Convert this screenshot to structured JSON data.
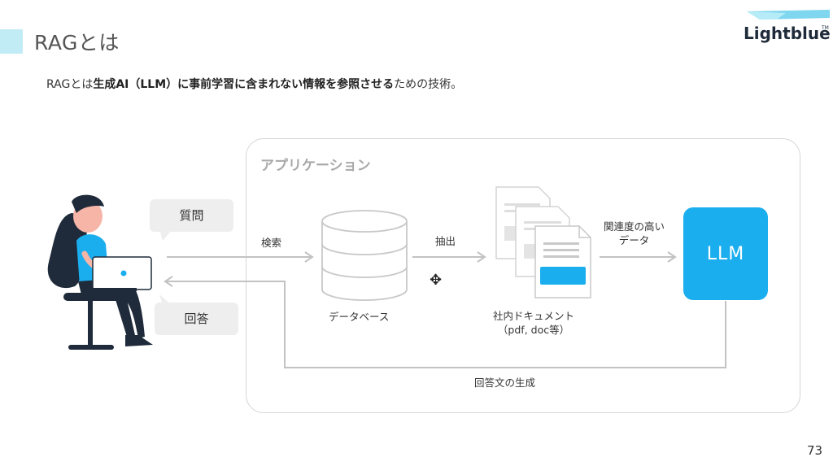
{
  "slide": {
    "title": "RAGとは",
    "page_number": "73"
  },
  "logo": {
    "text": "Lightblue",
    "tm": "TM"
  },
  "subtitle": {
    "prefix": "RAGとは",
    "bold": "生成AI（LLM）に事前学習に含まれない情報を参照させる",
    "suffix": "ための技術。"
  },
  "diagram": {
    "app_label": "アプリケーション",
    "question": "質問",
    "answer": "回答",
    "search": "検索",
    "extract": "抽出",
    "relevant_data": [
      "関連度の高い",
      "データ"
    ],
    "database": "データベース",
    "documents": [
      "社内ドキュメント",
      "（pdf, doc等）"
    ],
    "llm": "LLM",
    "generate": "回答文の生成"
  },
  "colors": {
    "accent": "#1baeef",
    "title_accent": "#c2ecf5",
    "person_hair": "#1f2b3a",
    "person_skin": "#f7b5a8",
    "shirt": "#1baeef"
  }
}
